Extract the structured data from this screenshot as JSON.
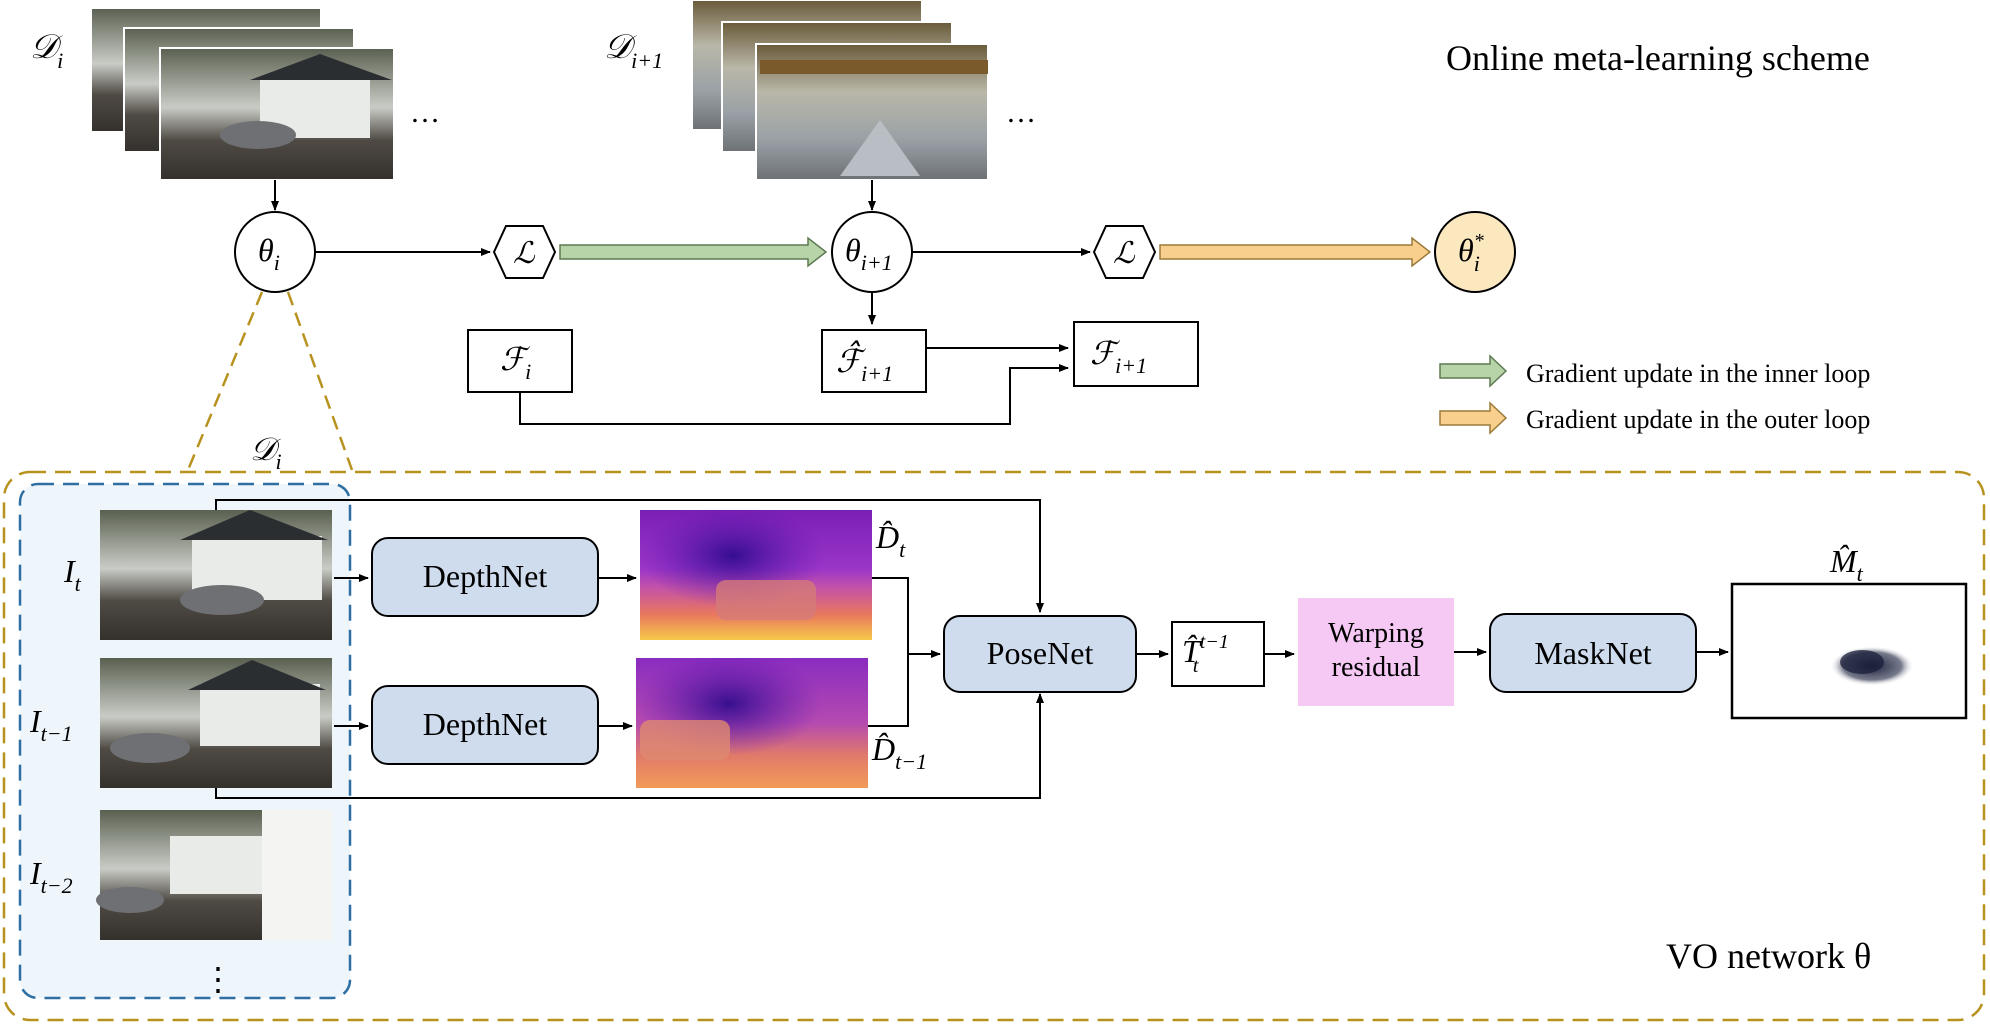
{
  "title": "Online meta-learning scheme",
  "colors": {
    "inner_arrow": "#b7d3a8",
    "outer_arrow": "#f8cf8c",
    "node_fill_star": "#fbe8bf",
    "net_box_fill": "#cfdcee",
    "warp_fill": "#f6c8f4",
    "vo_border": "#b8921f",
    "input_border": "#2e6fa3",
    "input_fill": "#eef6fc"
  },
  "datasets": {
    "d_i": {
      "base": "𝒟",
      "sub": "i"
    },
    "d_i1": {
      "base": "𝒟",
      "sub": "i+1"
    },
    "ellipsis": "…"
  },
  "nodes": {
    "theta_i": {
      "base": "θ",
      "sub": "i"
    },
    "theta_i1": {
      "base": "θ",
      "sub": "i+1"
    },
    "theta_star": {
      "base": "θ",
      "sub": "i",
      "sup": "*"
    },
    "loss": "ℒ"
  },
  "features": {
    "f_i": {
      "base": "ℱ",
      "sub": "i"
    },
    "f_hat_i1": {
      "base": "ℱ̂",
      "sub": "i+1"
    },
    "f_i1": {
      "base": "ℱ",
      "sub": "i+1"
    }
  },
  "legend": {
    "inner": "Gradient update in the inner loop",
    "outer": "Gradient update in the outer loop"
  },
  "vo": {
    "label": "VO network θ",
    "d_i_label": {
      "base": "𝒟",
      "sub": "i"
    },
    "frames": [
      {
        "base": "I",
        "sub": "t"
      },
      {
        "base": "I",
        "sub": "t−1"
      },
      {
        "base": "I",
        "sub": "t−2"
      }
    ],
    "vdots": "⋮",
    "depthnet_label": "DepthNet",
    "posenet_label": "PoseNet",
    "masknet_label": "MaskNet",
    "warp_line1": "Warping",
    "warp_line2": "residual",
    "d_hat_t": {
      "base": "D̂",
      "sub": "t"
    },
    "d_hat_t1": {
      "base": "D̂",
      "sub": "t−1"
    },
    "t_hat": {
      "base": "T̂",
      "sub": "t",
      "sup": "t−1"
    },
    "m_hat": {
      "base": "M̂",
      "sub": "t"
    }
  }
}
